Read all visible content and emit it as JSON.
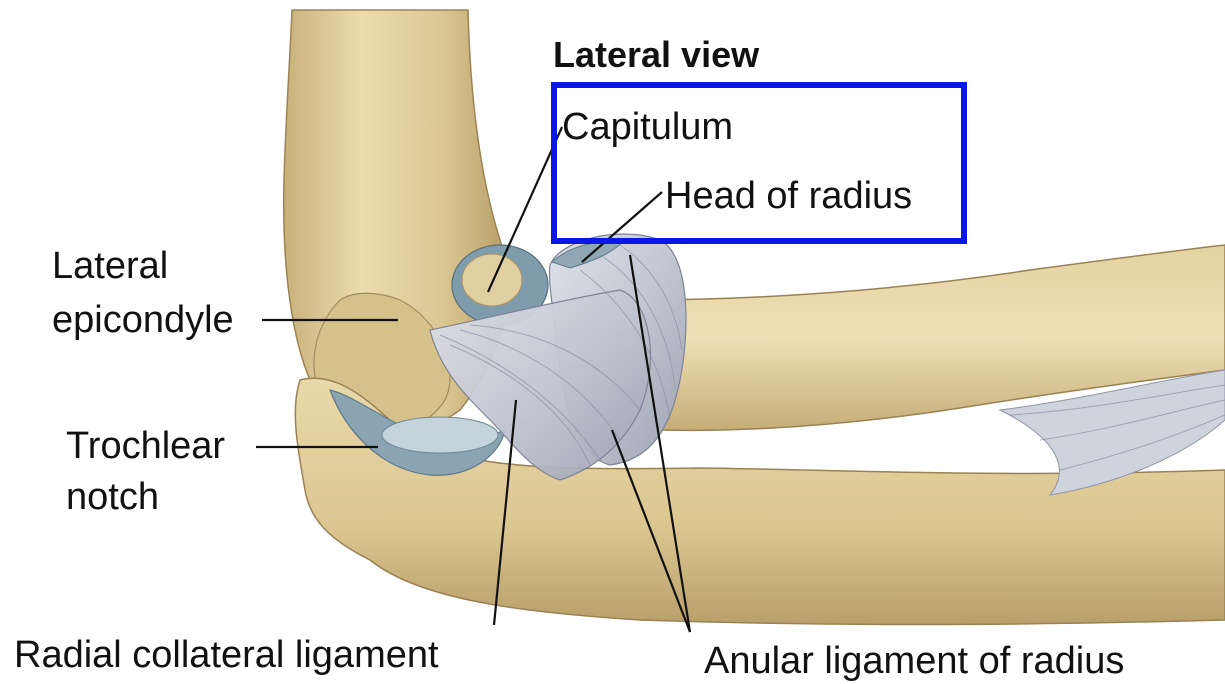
{
  "diagram": {
    "title": "Lateral view",
    "labels": {
      "capitulum": "Capitulum",
      "head_of_radius": "Head of radius",
      "lateral_epicondyle_line1": "Lateral",
      "lateral_epicondyle_line2": "epicondyle",
      "trochlear_notch_line1": "Trochlear",
      "trochlear_notch_line2": "notch",
      "radial_collateral_ligament": "Radial collateral ligament",
      "anular_ligament_of_radius": "Anular ligament of radius"
    },
    "highlight_color": "#0a17e6",
    "colors": {
      "bone": "#e2cf9c",
      "bone_shadow": "#b59c66",
      "cartilage": "#8fa8b4",
      "ligament": "#c7cbd6"
    }
  }
}
